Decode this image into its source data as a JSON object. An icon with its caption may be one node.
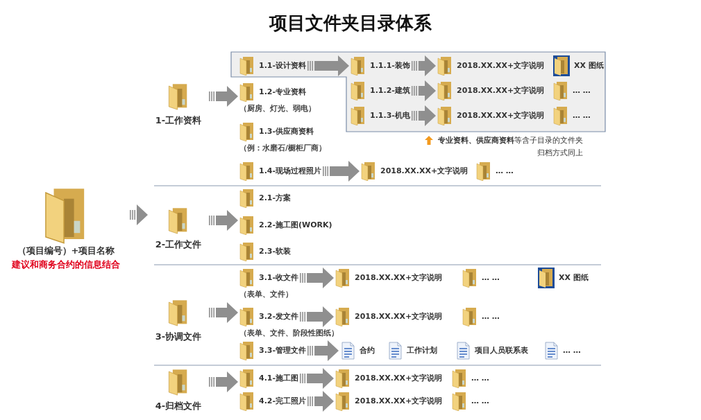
{
  "diagram": {
    "title": "项目文件夹目录体系",
    "nodes": [
      {
        "text": [
          "（项目编号）+项目名称",
          "建议和商务合约的信息结合"
        ]
      },
      {
        "text": [
          "1-工作资料"
        ]
      },
      {
        "text": [
          "1.1-设计资料"
        ]
      },
      {
        "text": [
          "1.1.1-装饰"
        ]
      },
      {
        "text": [
          "2018.XX.XX+文字说明"
        ]
      },
      {
        "text": [
          "XX 图纸"
        ]
      },
      {
        "text": [
          "1.1.2-建筑"
        ]
      },
      {
        "text": [
          "2018.XX.XX+文字说明"
        ]
      },
      {
        "text": [
          "… …"
        ]
      },
      {
        "text": [
          "1.1.3-机电"
        ]
      },
      {
        "text": [
          "2018.XX.XX+文字说明"
        ]
      },
      {
        "text": [
          "… …"
        ]
      },
      {
        "text": [
          "1.2-专业资料"
        ],
        "beside": [
          "（厨房、灯光、弱电）"
        ]
      },
      {
        "text": [
          "1.3-供应商资料"
        ],
        "beside": [
          "（例：水磨石/橱柜厂商）"
        ]
      },
      {
        "text": [
          "1.4-现场过程照片"
        ]
      },
      {
        "text": [
          "2018.XX.XX+文字说明"
        ]
      },
      {
        "text": [
          "… …"
        ]
      },
      {
        "text": [
          "2-工作文件"
        ]
      },
      {
        "text": [
          "2.1-方案"
        ]
      },
      {
        "text": [
          "2.2-施工图(WORK)"
        ]
      },
      {
        "text": [
          "2.3-软装"
        ]
      },
      {
        "text": [
          "3-协调文件"
        ]
      },
      {
        "text": [
          "3.1-收文件"
        ],
        "beside": [
          "（表单、文件）"
        ]
      },
      {
        "text": [
          "2018.XX.XX+文字说明"
        ]
      },
      {
        "text": [
          "… …"
        ]
      },
      {
        "text": [
          "XX 图纸"
        ]
      },
      {
        "text": [
          "3.2-发文件"
        ],
        "beside": [
          "（表单、文件、阶段性图纸）"
        ]
      },
      {
        "text": [
          "2018.XX.XX+文字说明"
        ]
      },
      {
        "text": [
          "… …"
        ]
      },
      {
        "text": [
          "3.3-管理文件"
        ]
      },
      {
        "text": [
          "合约"
        ]
      },
      {
        "text": [
          "工作计划"
        ]
      },
      {
        "text": [
          "项目人员联系表"
        ]
      },
      {
        "text": [
          "… …"
        ]
      },
      {
        "text": [
          "4-归档文件"
        ]
      },
      {
        "text": [
          "4.1-施工图"
        ]
      },
      {
        "text": [
          "2018.XX.XX+文字说明"
        ]
      },
      {
        "text": [
          "… …"
        ]
      },
      {
        "text": [
          "4.2-完工照片"
        ]
      },
      {
        "text": [
          "2018.XX.XX+文字说明"
        ]
      },
      {
        "text": [
          "… …"
        ]
      }
    ],
    "edges": [
      {
        "from": 0,
        "to": 17,
        "arrow": "to"
      },
      {
        "from": 1,
        "to": 12,
        "arrow": "to"
      },
      {
        "from": 2,
        "to": 3,
        "arrow": "to"
      },
      {
        "from": 3,
        "to": 4,
        "arrow": "to"
      },
      {
        "from": 6,
        "to": 7,
        "arrow": "to"
      },
      {
        "from": 9,
        "to": 10,
        "arrow": "to"
      },
      {
        "from": 14,
        "to": 15,
        "arrow": "to"
      },
      {
        "from": 17,
        "to": 19,
        "arrow": "to"
      },
      {
        "from": 21,
        "to": 26,
        "arrow": "to"
      },
      {
        "from": 22,
        "to": 23,
        "arrow": "to"
      },
      {
        "from": 26,
        "to": 27,
        "arrow": "to"
      },
      {
        "from": 29,
        "to": 30,
        "arrow": "to"
      },
      {
        "from": 34,
        "to": 35,
        "arrow": "to"
      },
      {
        "from": 35,
        "to": 36,
        "arrow": "to"
      },
      {
        "from": 38,
        "to": 39,
        "arrow": "to"
      }
    ],
    "labels": [
      "**专业资料、供应商资料**等含子目录的文件夹归档方式同上"
    ]
  }
}
